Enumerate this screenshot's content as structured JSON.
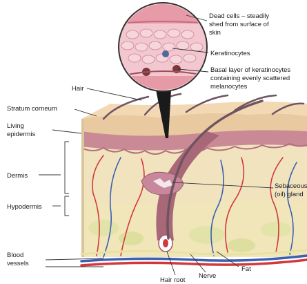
{
  "labels": {
    "dead_cells": [
      "Dead cells – steadily",
      "shed from surface of",
      "skin"
    ],
    "keratinocytes": "Keratinocytes",
    "basal_layer": [
      "Basal layer of keratinocytes",
      "containing evenly scattered",
      "melanocytes"
    ],
    "hair": "Hair",
    "stratum_corneum": "Stratum corneum",
    "living_epidermis": [
      "Living",
      "epidermis"
    ],
    "dermis": "Dermis",
    "sebaceous_gland": [
      "Sebaceous",
      "(oil) gland"
    ],
    "hypodermis": "Hypodermis",
    "blood_vessels": [
      "Blood",
      "vessels"
    ],
    "fat": "Fat",
    "nerve": "Nerve",
    "hair_root": "Hair root"
  },
  "colors": {
    "stratum_corneum": "#e9c9a0",
    "epidermis": "#c98a96",
    "dermis": "#f1e3bd",
    "hypodermis": "#efe6b8",
    "fat": "#dfe3a4",
    "artery": "#d2393b",
    "vein": "#3b5fb4",
    "nerve": "#e7e2a2",
    "hair": "#6e5360",
    "follicle": "#a86878"
  }
}
